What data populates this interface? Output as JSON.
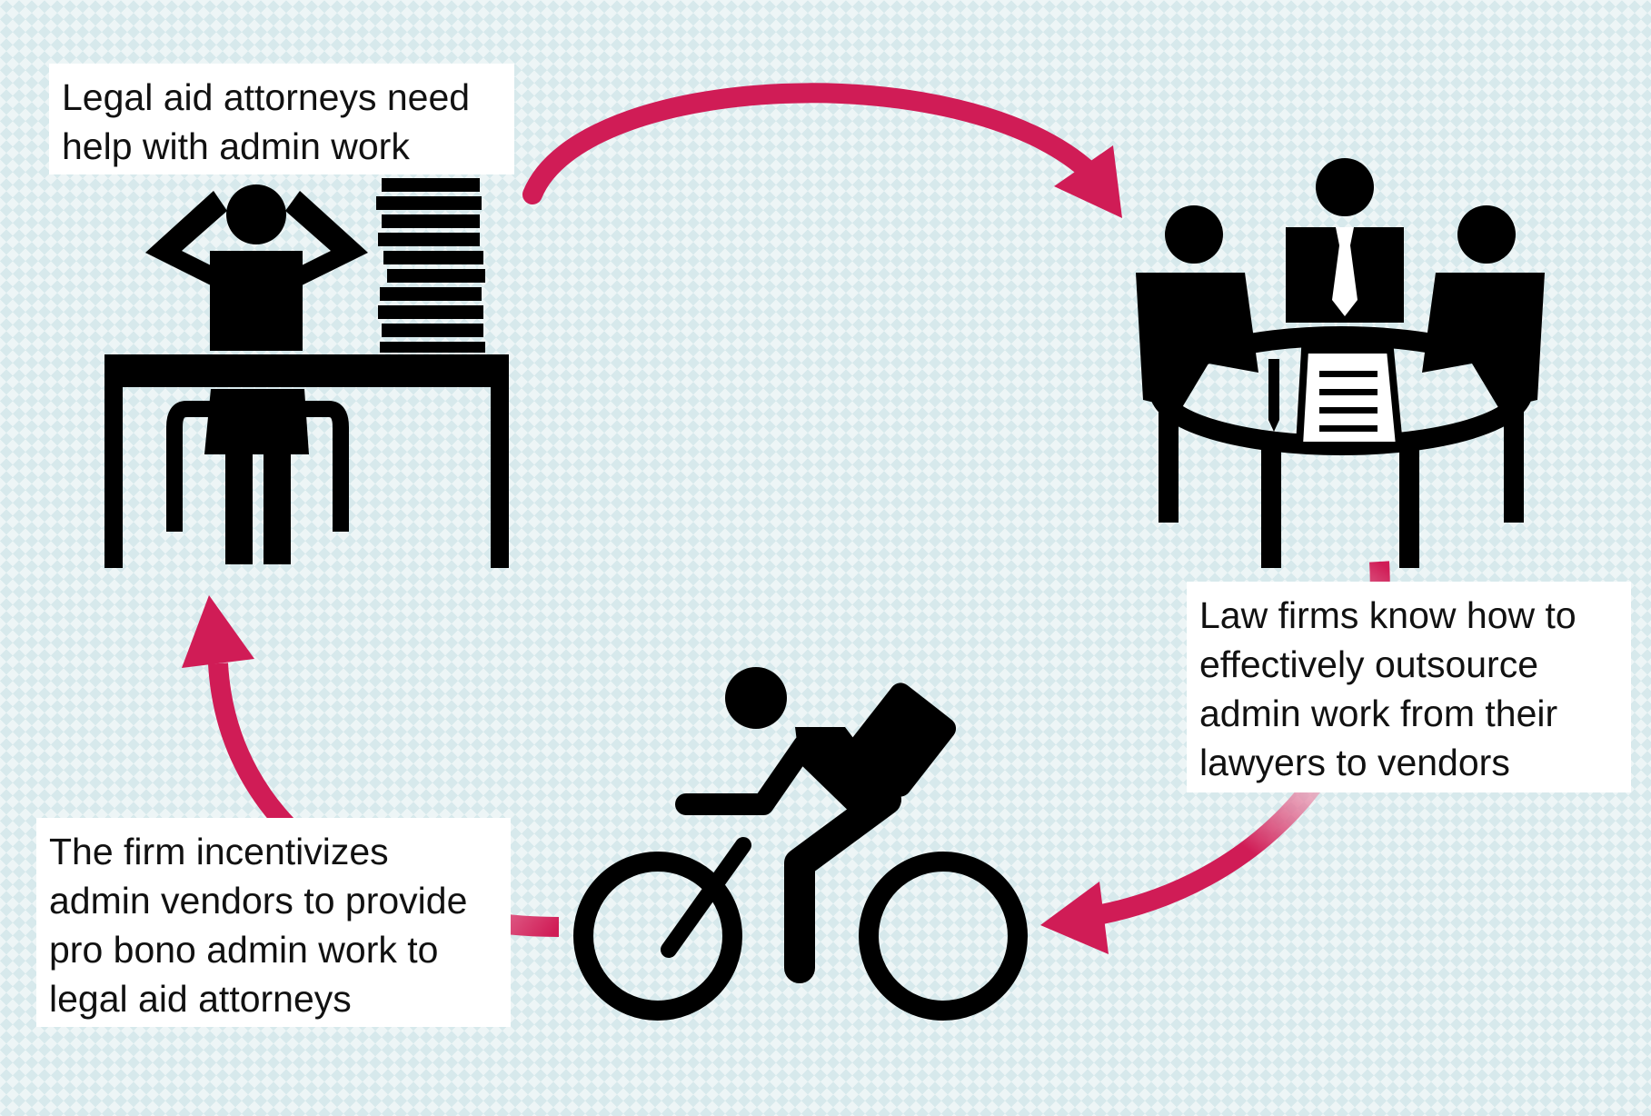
{
  "colors": {
    "arrow": "#d01c56",
    "icon": "#000000",
    "label_bg": "#ffffff"
  },
  "icons": [
    "stressed-worker-at-desk-icon",
    "meeting-table-icon",
    "cyclist-courier-icon"
  ],
  "steps": [
    {
      "lines": [
        "Legal aid attorneys need",
        "help with admin work"
      ]
    },
    {
      "lines": [
        "Law firms know how to",
        "effectively outsource",
        "admin work from their",
        "lawyers to vendors"
      ]
    },
    {
      "lines": [
        "The firm incentivizes",
        "admin vendors to provide",
        "pro bono admin work to",
        "legal aid attorneys"
      ]
    }
  ]
}
